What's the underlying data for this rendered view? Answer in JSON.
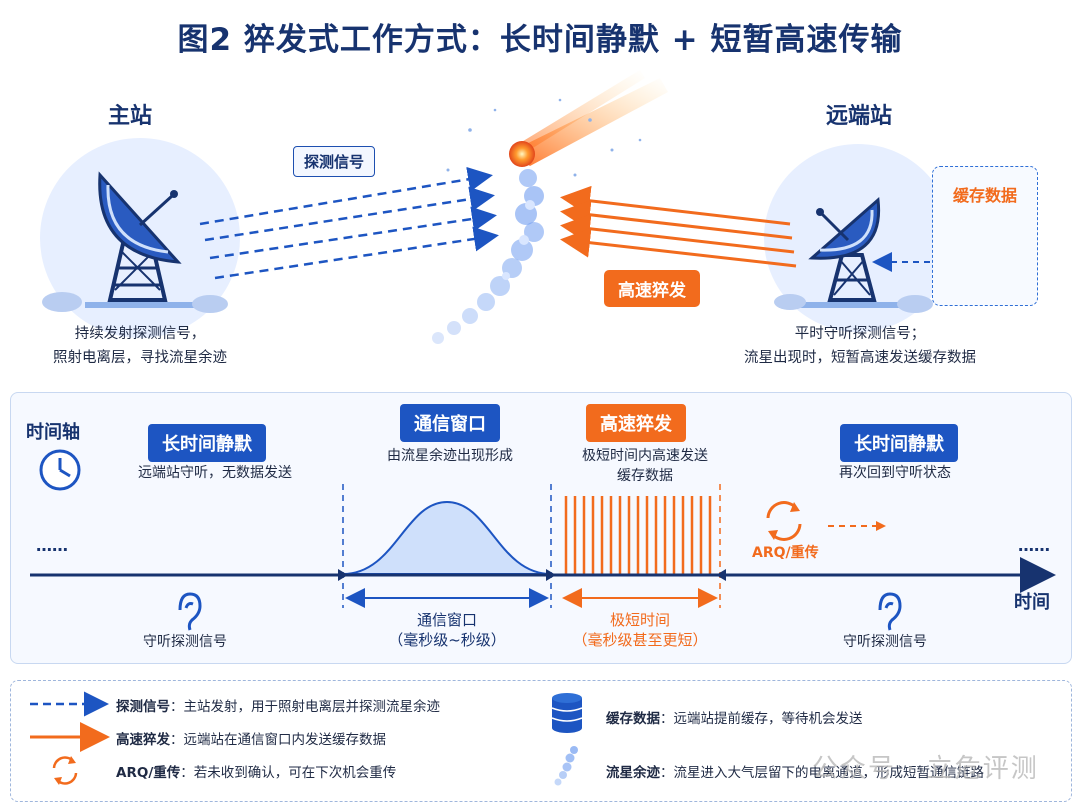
{
  "title": "图2  猝发式工作方式：长时间静默 + 短暂高速传输",
  "main_station": {
    "name": "主站",
    "caption_line1": "持续发射探测信号，",
    "caption_line2": "照射电离层，寻找流星余迹"
  },
  "remote_station": {
    "name": "远端站",
    "caption_line1": "平时守听探测信号；",
    "caption_line2": "流星出现时，短暂高速发送缓存数据"
  },
  "probe_signal_tag": "探测信号",
  "burst_tag": "高速猝发",
  "cache_tag": "缓存数据",
  "timeline": {
    "axis_label": "时间轴",
    "axis_end_label": "时间",
    "left_dots": "……",
    "right_dots": "……",
    "phase_silence_1": {
      "label": "长时间静默",
      "desc": "远端站守听，无数据发送"
    },
    "phase_window": {
      "label": "通信窗口",
      "desc": "由流星余迹出现形成"
    },
    "phase_burst": {
      "label": "高速猝发",
      "desc_line1": "极短时间内高速发送",
      "desc_line2": "缓存数据"
    },
    "phase_silence_2": {
      "label": "长时间静默",
      "desc": "再次回到守听状态"
    },
    "listen_1": "守听探测信号",
    "listen_2": "守听探测信号",
    "window_span_line1": "通信窗口",
    "window_span_line2": "（毫秒级~秒级）",
    "burst_span_line1": "极短时间",
    "burst_span_line2": "（毫秒级甚至更短）",
    "arq_label": "ARQ/重传"
  },
  "legend": {
    "probe_name": "探测信号",
    "probe_desc": "：主站发射，用于照射电离层并探测流星余迹",
    "burst_name": "高速猝发",
    "burst_desc": "：远端站在通信窗口内发送缓存数据",
    "arq_name": "ARQ/重传",
    "arq_desc": "：若未收到确认，可在下次机会重传",
    "cache_name": "缓存数据",
    "cache_desc": "：远端站提前缓存，等待机会发送",
    "meteor_name": "流星余迹",
    "meteor_desc": "：流星进入大气层留下的电离通道，形成短暂通信链路"
  },
  "watermark": "公众号 · 立危评测",
  "colors": {
    "blue": "#1d55c2",
    "dark_blue": "#17336f",
    "orange": "#f26b1d",
    "light_blue": "#cfe0fb"
  }
}
